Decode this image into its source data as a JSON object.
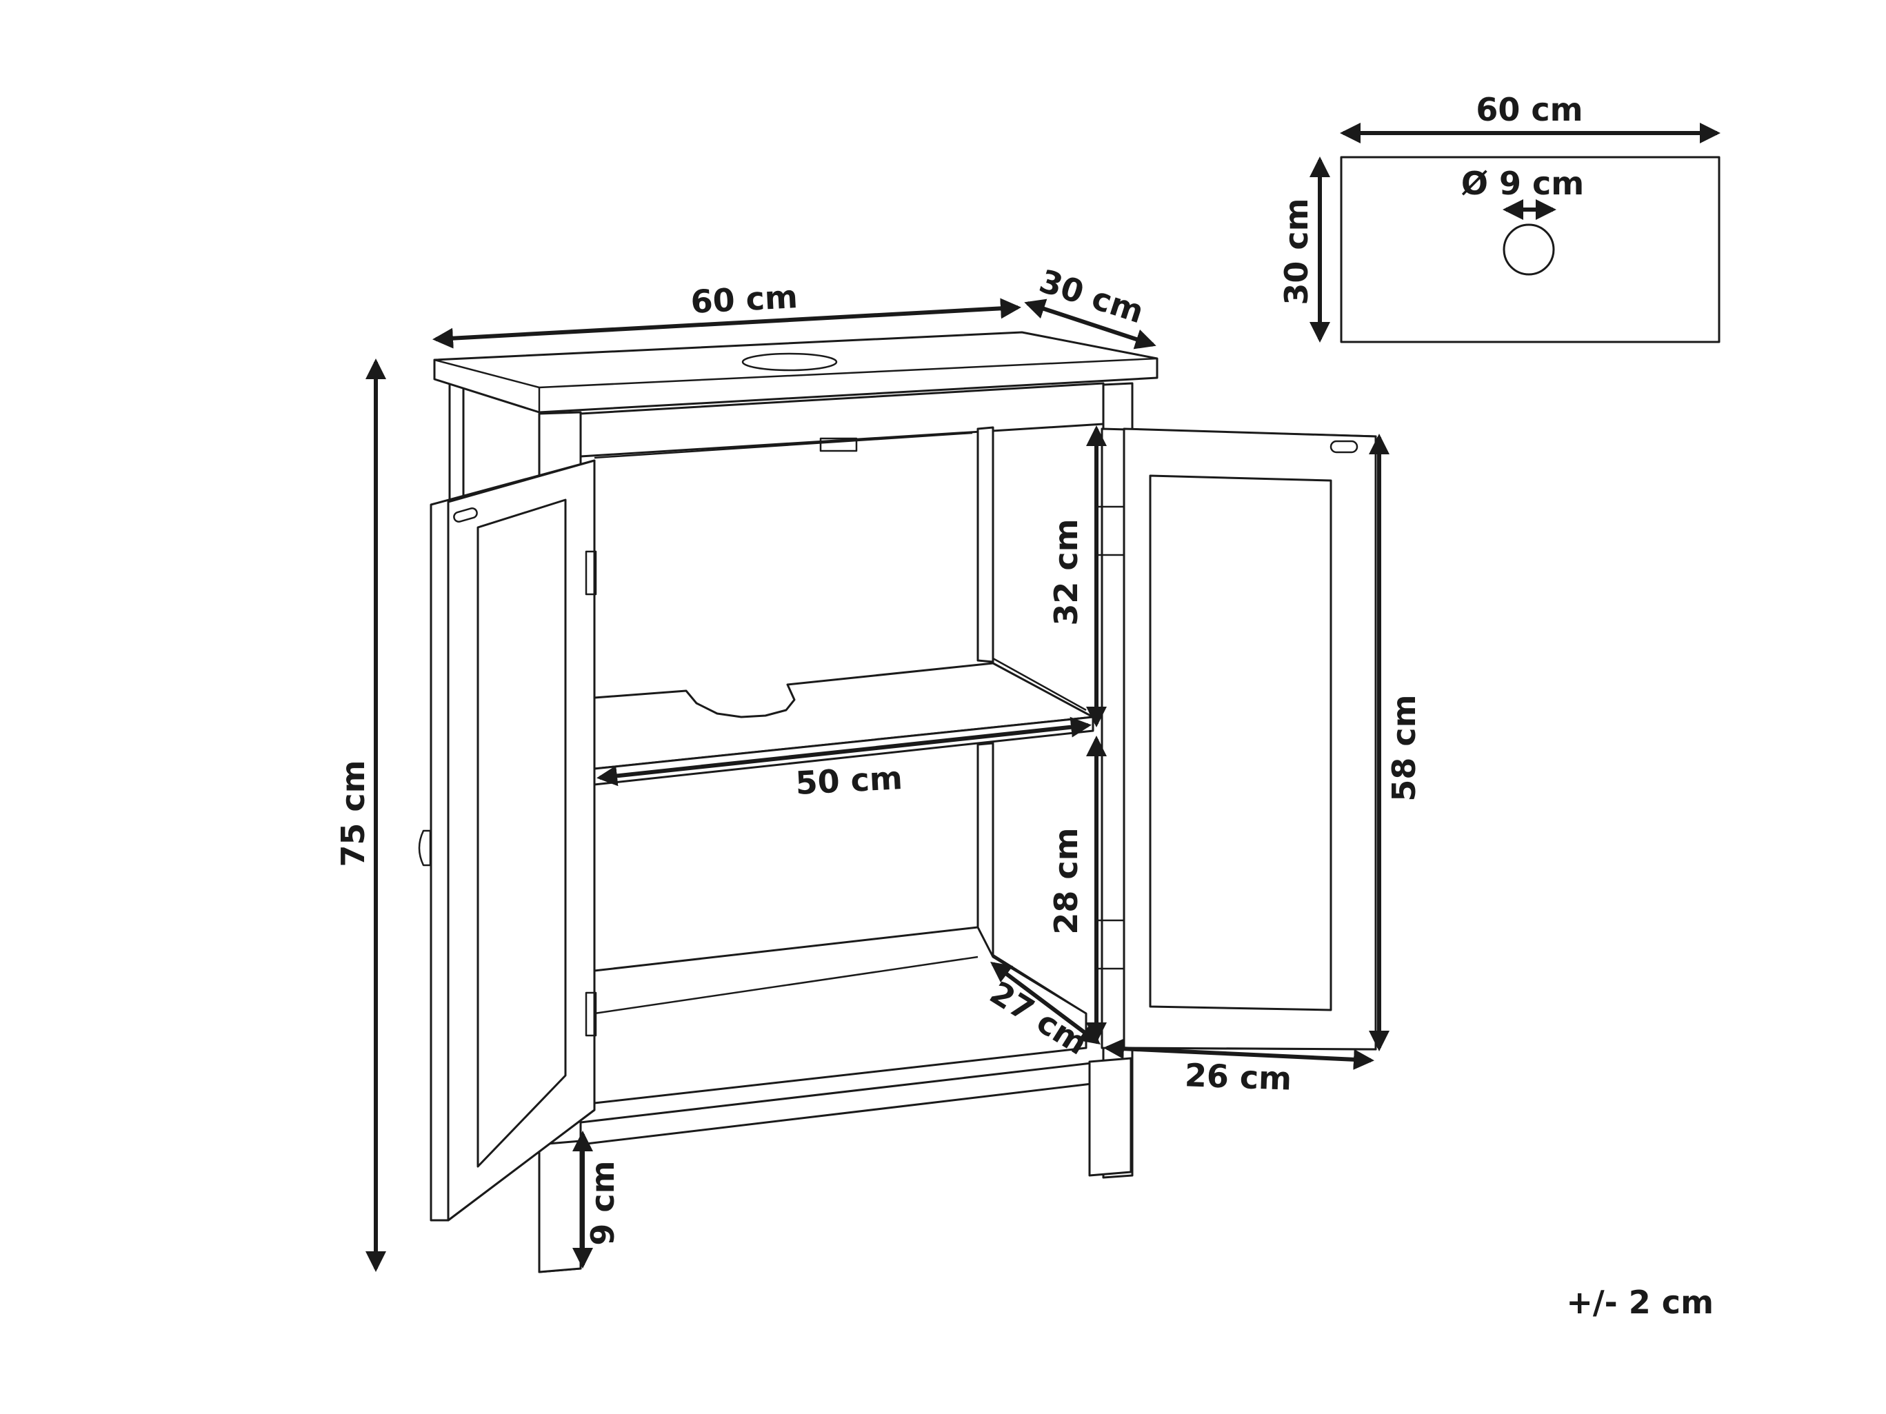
{
  "diagram": {
    "top_view": {
      "width_label": "60 cm",
      "depth_label": "30 cm",
      "hole_label": "Ø 9 cm"
    },
    "cabinet": {
      "top_width_label": "60 cm",
      "top_depth_label": "30 cm",
      "total_height_label": "75 cm",
      "upper_compartment_height_label": "32 cm",
      "shelf_width_label": "50 cm",
      "lower_compartment_height_label": "28 cm",
      "inner_depth_label": "27 cm",
      "door_height_label": "58 cm",
      "door_width_label": "26 cm",
      "leg_height_label": "9 cm"
    },
    "tolerance_label": "+/- 2 cm"
  }
}
